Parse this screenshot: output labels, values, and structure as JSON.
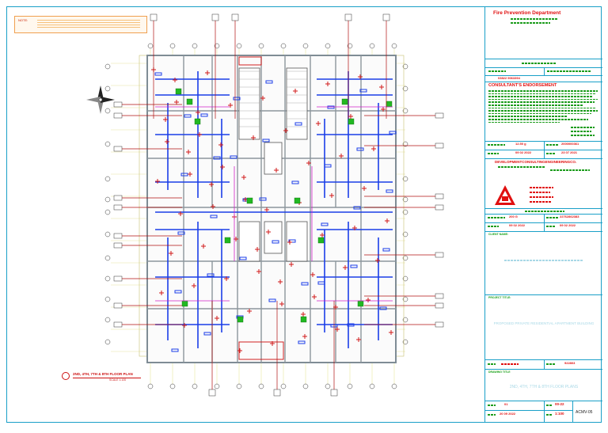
{
  "drawing": {
    "note_label": "NOTE:",
    "caption_title": "2ND, 4TH, 7TH & 8TH  FLOOR PLAN",
    "caption_scale": "SCALE 1:100"
  },
  "title_block": {
    "department": "Fire Prevention Department",
    "consultant_endorsement": "CONSULTANT'S ENDORSEMENT",
    "ref_number": "03822 9063394",
    "date_1": "09 02 2022",
    "date_2": "23 07 2021",
    "value_1": "12.50 g",
    "value_2": "2000000361",
    "company": "DEVELOPMENTCONSULTINGENGINEERINGCO.",
    "value_3": "200 G",
    "value_4": "22762862383",
    "date_3": "09 02 2022",
    "date_4": "09 02 2022",
    "client_label": "CLIENT NAME:",
    "project_label": "PROJECT TITLE:",
    "project_title": "PROPOSED PRIVATE RESIDENTIAL APARTMENT BUILDING",
    "drawing_title_label": "DRAWING TITLE",
    "drawing_title": "2ND, 4TH, 7TH & 8TH FLOOR PLANS",
    "plot_value": "922803",
    "page_no": "01",
    "page_total": "00-22",
    "date_5": "20 09 2022",
    "scale": "1:100",
    "drawing_no": "ACMV-05"
  },
  "colors": {
    "frame": "#1aa0c8",
    "accent_red": "#e01010",
    "accent_green": "#18a018",
    "duct_blue": "#1b3ee8",
    "wall_grey": "#7f8c95",
    "leader_red": "#d01818"
  }
}
